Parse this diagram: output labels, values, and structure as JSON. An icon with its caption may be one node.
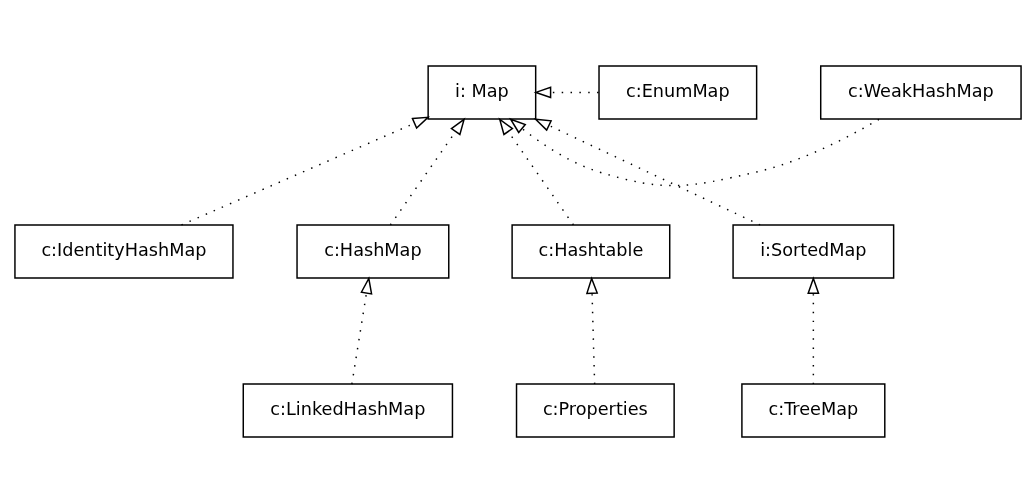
{
  "diagram": {
    "nodes": [
      {
        "text": [
          "i: Map"
        ]
      },
      {
        "text": [
          "c:EnumMap"
        ]
      },
      {
        "text": [
          "c:WeakHashMap"
        ]
      },
      {
        "text": [
          "c:IdentityHashMap"
        ]
      },
      {
        "text": [
          "c:HashMap"
        ]
      },
      {
        "text": [
          "c:Hashtable"
        ]
      },
      {
        "text": [
          "i:SortedMap"
        ]
      },
      {
        "text": [
          "c:LinkedHashMap"
        ]
      },
      {
        "text": [
          "c:Properties"
        ]
      },
      {
        "text": [
          "c:TreeMap"
        ]
      }
    ],
    "edges": [
      {
        "from": 1,
        "to": 0,
        "arrow": "to",
        "style": "dashed"
      },
      {
        "from": 3,
        "to": 0,
        "arrow": "to",
        "style": "dashed"
      },
      {
        "from": 4,
        "to": 0,
        "arrow": "to",
        "style": "dashed"
      },
      {
        "from": 5,
        "to": 0,
        "arrow": "to",
        "style": "dashed"
      },
      {
        "from": 6,
        "to": 0,
        "arrow": "to",
        "style": "dashed"
      },
      {
        "from": 2,
        "to": 0,
        "arrow": "to",
        "style": "dashed"
      },
      {
        "from": 7,
        "to": 4,
        "arrow": "to",
        "style": "dashed"
      },
      {
        "from": 8,
        "to": 5,
        "arrow": "to",
        "style": "dashed"
      },
      {
        "from": 9,
        "to": 6,
        "arrow": "to",
        "style": "dashed"
      }
    ]
  }
}
